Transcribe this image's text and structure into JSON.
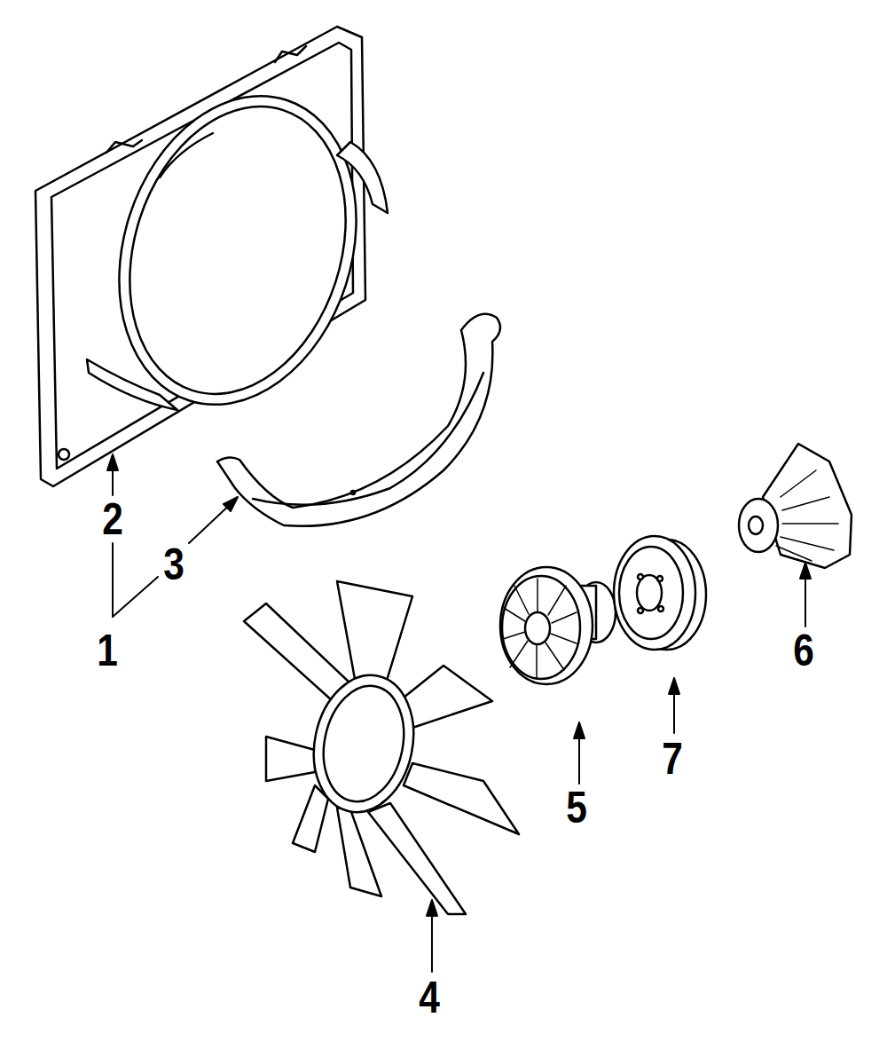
{
  "diagram": {
    "labels": [
      "2",
      "3",
      "1",
      "4",
      "5",
      "7",
      "6"
    ]
  }
}
